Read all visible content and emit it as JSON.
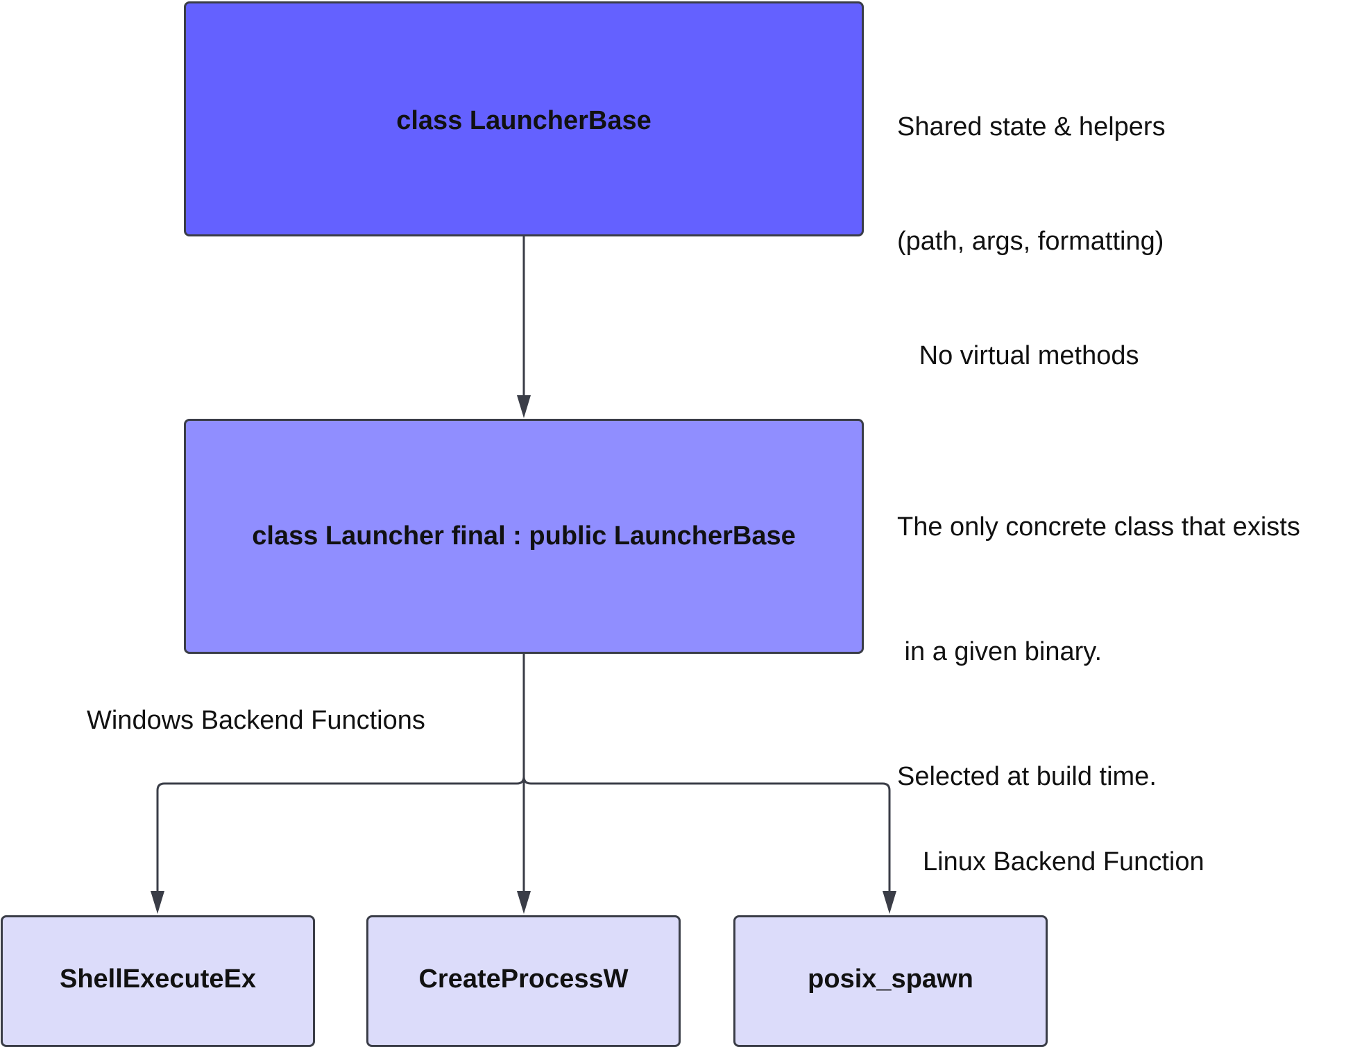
{
  "nodes": {
    "base": {
      "label": "class LauncherBase",
      "fill": "#6461ff"
    },
    "final": {
      "label": "class Launcher final : public LauncherBase",
      "fill": "#908eff"
    },
    "shell": {
      "label": "ShellExecuteEx",
      "fill": "#dcdcfa"
    },
    "create": {
      "label": "CreateProcessW",
      "fill": "#dcdcfa"
    },
    "posix": {
      "label": "posix_spawn",
      "fill": "#dcdcfa"
    }
  },
  "notes": {
    "base": [
      "Shared state & helpers",
      "(path, args, formatting)",
      "   No virtual methods"
    ],
    "final": [
      "The only concrete class that exists",
      " in a given binary.",
      "Selected at build time."
    ]
  },
  "edge_labels": {
    "windows": "Windows Backend Functions",
    "linux": "Linux Backend Function"
  },
  "edges": [
    {
      "from": "base",
      "to": "final"
    },
    {
      "from": "final",
      "to": "shell"
    },
    {
      "from": "final",
      "to": "create"
    },
    {
      "from": "final",
      "to": "posix"
    }
  ],
  "colors": {
    "stroke": "#3a3d47",
    "text": "#111111",
    "background": "#ffffff"
  }
}
